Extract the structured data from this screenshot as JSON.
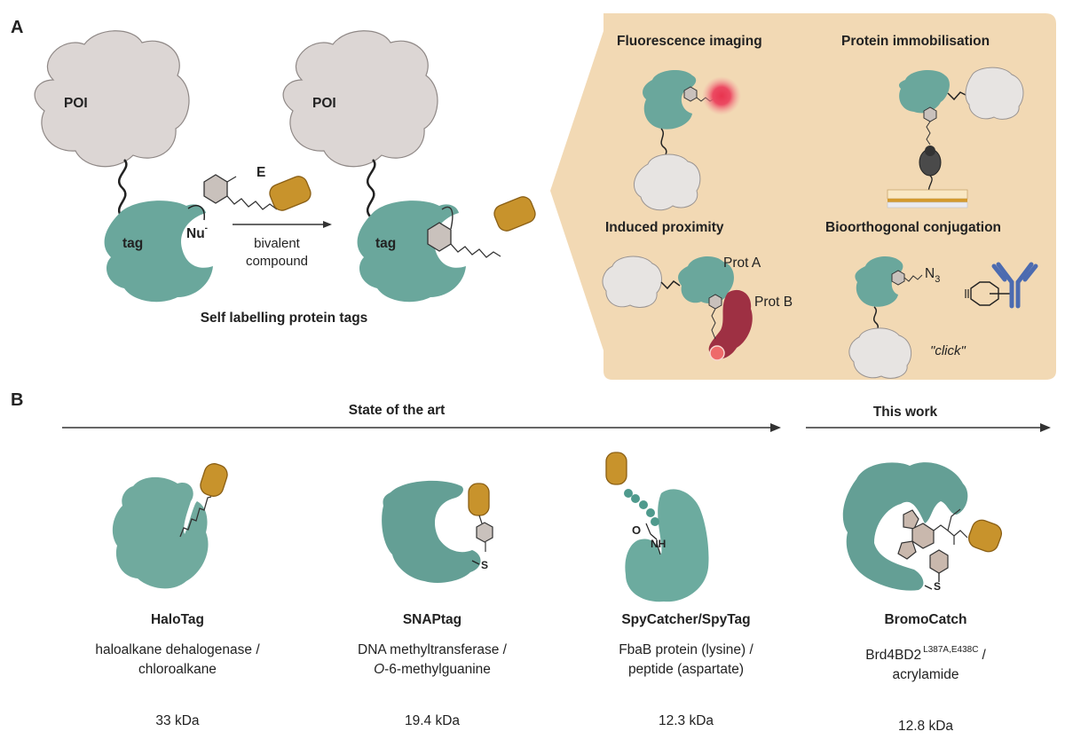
{
  "panel_a": {
    "letter": "A",
    "poi_label": "POI",
    "tag_label": "tag",
    "nucleophile_label": "Nu",
    "nucleophile_charge": "-",
    "electrophile_label": "E",
    "arrow_label_line1": "bivalent",
    "arrow_label_line2": "compound",
    "caption": "Self labelling protein tags",
    "applications": [
      {
        "title": "Fluorescence imaging"
      },
      {
        "title": "Protein immobilisation"
      },
      {
        "title": "Induced proximity",
        "prot_a": "Prot A",
        "prot_b": "Prot B"
      },
      {
        "title": "Bioorthogonal conjugation",
        "azide": "N",
        "azide_sub": "3",
        "click": "\"click\""
      }
    ]
  },
  "panel_b": {
    "letter": "B",
    "state_of_art_label": "State of the art",
    "this_work_label": "This work",
    "tags": [
      {
        "name": "HaloTag",
        "desc_line1": "haloalkane dehalogenase /",
        "desc_line2": "chloroalkane",
        "size": "33 kDa"
      },
      {
        "name": "SNAPtag",
        "desc_line1": "DNA methyltransferase /",
        "desc_line2_italic": "O",
        "desc_line2": "-6-methylguanine",
        "size": "19.4 kDa",
        "thiol": "S"
      },
      {
        "name": "SpyCatcher/SpyTag",
        "desc_line1": "FbaB protein (lysine) /",
        "desc_line2": "peptide (aspartate)",
        "size": "12.3 kDa",
        "carbonyl": "O",
        "amide": "NH"
      },
      {
        "name": "BromoCatch",
        "desc_line1": "Brd4BD2",
        "desc_sup": "L387A,E438C",
        "desc_slash": "/",
        "desc_line2": "acrylamide",
        "size": "12.8 kDa",
        "thiol": "S"
      }
    ]
  },
  "colors": {
    "teal": "#6aa79c",
    "teal_dark": "#4f8d83",
    "poi_grey": "#dcd6d4",
    "ligand_gold": "#c8932c",
    "panel_beige": "#f2d9b4",
    "fluor_red": "#e8344f",
    "prot_b_red": "#9e3043",
    "antibody_blue": "#4c6bb0",
    "hex_grey": "#c9c1bc"
  }
}
